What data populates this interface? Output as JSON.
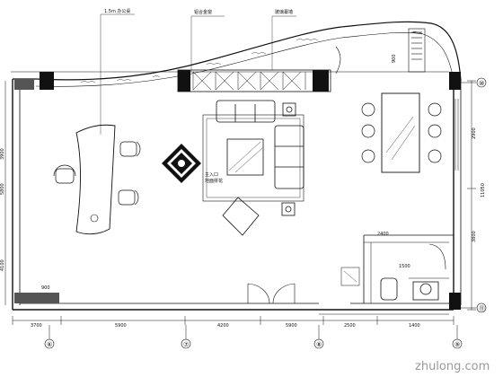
{
  "annotations": {
    "desk_note": "1.5m 办公桌",
    "window_note": "铝合金窗",
    "top_note": "玻璃幕墙",
    "center_note": "主入口",
    "center_note2": "地面拼花"
  },
  "dimensions": {
    "bottom": [
      "3700",
      "5900",
      "4200",
      "5900",
      "2500",
      "1400"
    ],
    "left_a": "3900",
    "left_b": "5800",
    "left_c": "4100",
    "right_a": "2900",
    "right_b": "3800",
    "right_c": "11050",
    "room_a": "2400",
    "room_b": "1500",
    "inset": "900",
    "top_shelf": "900"
  },
  "axis_labels": [
    "⑥",
    "⑦",
    "⑧",
    "⑨",
    "⑩",
    "⑪"
  ],
  "watermark": "zhulong.com",
  "colors": {
    "line": "#111111",
    "fill_dark": "#111111",
    "hatch": "#333333"
  }
}
